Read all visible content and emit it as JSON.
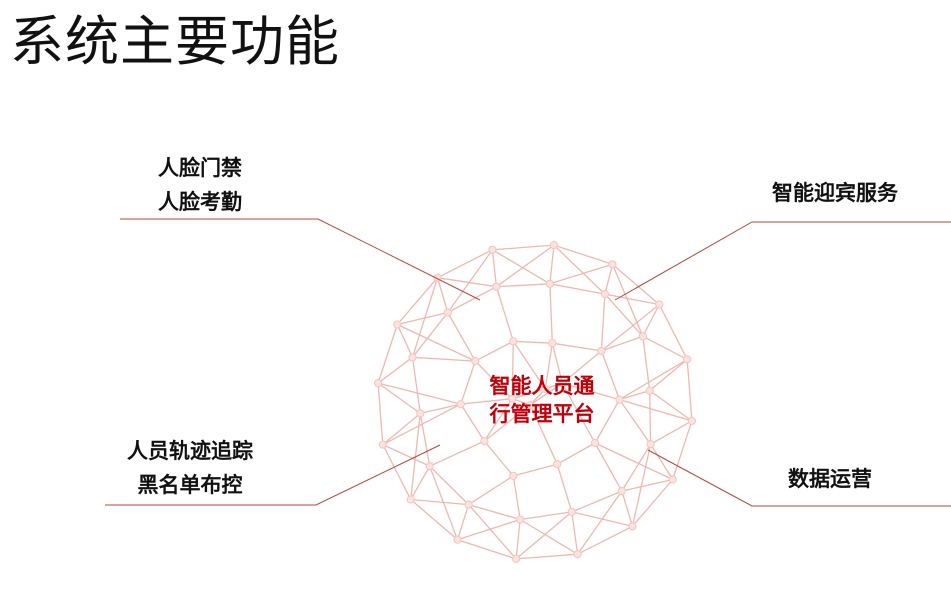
{
  "title": "系统主要功能",
  "center": {
    "line1": "智能人员通",
    "line2": "行管理平台"
  },
  "features": {
    "top_left": {
      "line1": "人脸门禁",
      "line2": "人脸考勤"
    },
    "top_right": {
      "line1": "智能迎宾服务"
    },
    "bottom_left": {
      "line1": "人员轨迹追踪",
      "line2": "黑名单布控"
    },
    "bottom_right": {
      "line1": "数据运营"
    }
  },
  "colors": {
    "accent": "#c0000a",
    "connector": "#b5473a",
    "mesh": "#efb8b0",
    "node": "#f4c4bc"
  }
}
